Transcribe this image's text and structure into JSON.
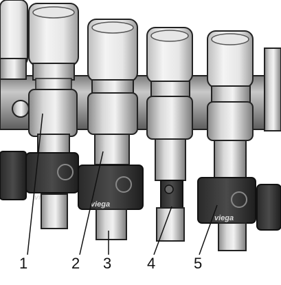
{
  "brand": "viega",
  "callouts": [
    {
      "label": "1"
    },
    {
      "label": "2"
    },
    {
      "label": "3"
    },
    {
      "label": "4"
    },
    {
      "label": "5"
    }
  ]
}
